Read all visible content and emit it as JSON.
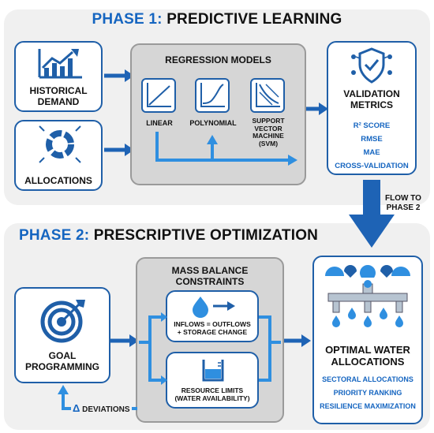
{
  "phase1": {
    "number": "PHASE 1:",
    "title": "PREDICTIVE LEARNING",
    "historical_demand": [
      "HISTORICAL",
      "DEMAND"
    ],
    "allocations": "ALLOCATIONS",
    "regression": {
      "title": "REGRESSION MODELS",
      "models": [
        "LINEAR",
        "POLYNOMIAL"
      ],
      "svm_lines": [
        "SUPPORT",
        "VECTOR",
        "MACHINE",
        "(SVM)"
      ]
    },
    "validation": {
      "title": [
        "VALIDATION",
        "METRICS"
      ],
      "metrics": [
        "R² SCORE",
        "RMSE",
        "MAE",
        "CROSS-VALIDATION"
      ]
    }
  },
  "flow_label": [
    "FLOW TO",
    "PHASE 2"
  ],
  "phase2": {
    "number": "PHASE 2:",
    "title": "PRESCRIPTIVE OPTIMIZATION",
    "goal": [
      "GOAL",
      "PROGRAMMING"
    ],
    "mass_balance": {
      "title": [
        "MASS BALANCE",
        "CONSTRAINTS"
      ],
      "inflows": [
        "INFLOWS = OUTFLOWS",
        "+ STORAGE CHANGE"
      ],
      "resource": [
        "RESOURCE LIMITS",
        "(WATER AVAILABILITY)"
      ]
    },
    "deviations": "DEVIATIONS",
    "delta_symbol": "Δ",
    "optimal": {
      "title": [
        "OPTIMAL WATER",
        "ALLOCATIONS"
      ],
      "items": [
        "SECTORAL ALLOCATIONS",
        "PRIORITY RANKING",
        "RESILIENCE MAXIMIZATION"
      ]
    }
  },
  "colors": {
    "accent": "#1565c0",
    "arrow": "#1e63b5",
    "light_arrow": "#2f8fe0",
    "panel": "#f0f0f0"
  },
  "icons": [
    "line-chart-icon",
    "donut-chart-icon",
    "linear-graph-icon",
    "polynomial-graph-icon",
    "svm-graph-icon",
    "shield-check-icon",
    "target-icon",
    "water-drop-icon",
    "tank-icon",
    "pipe-distribution-icon"
  ]
}
